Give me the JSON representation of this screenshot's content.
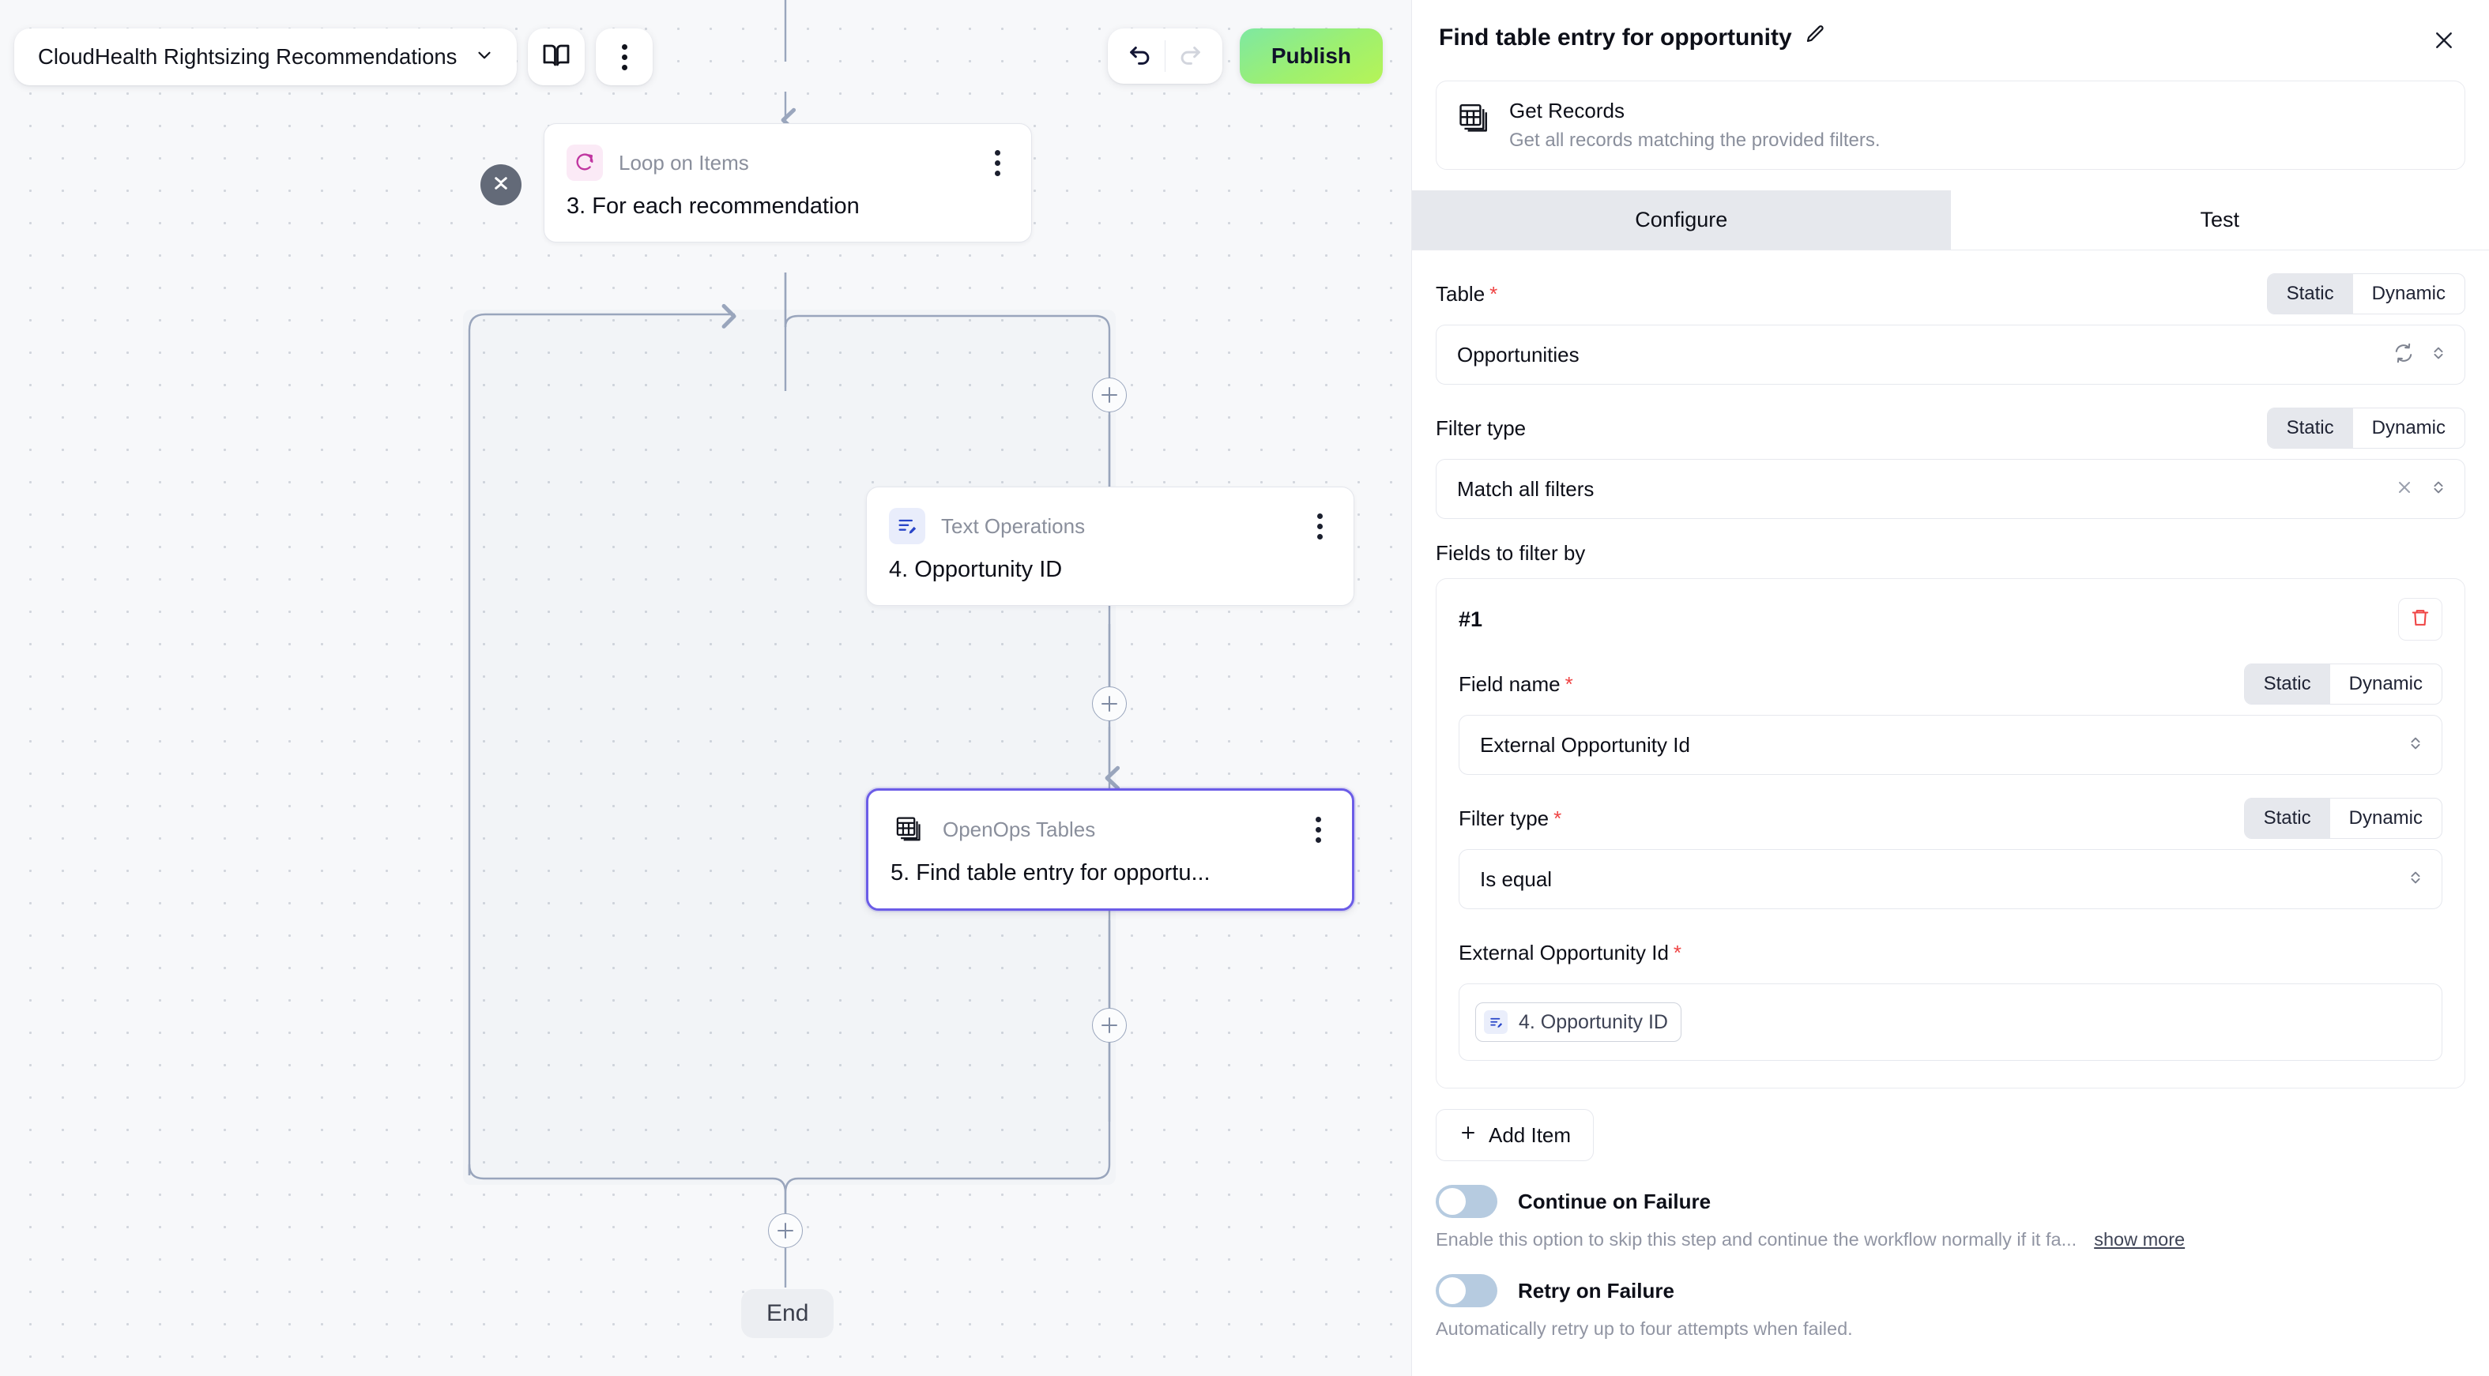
{
  "toolbar": {
    "workflow_name": "CloudHealth Rightsizing Recommendations",
    "chevron_icon": "chevron-down-icon",
    "docs_icon": "book-icon",
    "more_icon": "kebab-menu-icon",
    "undo_icon": "undo-icon",
    "redo_icon": "redo-icon",
    "publish_label": "Publish"
  },
  "canvas": {
    "end_label": "End",
    "collapse_icon": "collapse-chevrons-icon",
    "add_step_icon": "plus-icon",
    "nodes": [
      {
        "kind": "Loop on Items",
        "title": "3. For each recommendation",
        "icon": "loop-icon",
        "selected": false
      },
      {
        "kind": "Text Operations",
        "title": "4. Opportunity ID",
        "icon": "text-operations-icon",
        "selected": false
      },
      {
        "kind": "OpenOps Tables",
        "title": "5. Find table entry for opportu...",
        "icon": "table-icon",
        "selected": true
      }
    ]
  },
  "panel": {
    "title": "Find table entry for opportunity",
    "edit_icon": "pencil-icon",
    "close_icon": "close-icon",
    "action": {
      "icon": "table-icon",
      "name": "Get Records",
      "description": "Get all records matching the provided filters."
    },
    "tabs": [
      {
        "label": "Configure",
        "active": true
      },
      {
        "label": "Test",
        "active": false
      }
    ],
    "table": {
      "label": "Table",
      "required": "*",
      "mode_static": "Static",
      "mode_dynamic": "Dynamic",
      "selected_mode": "Static",
      "value": "Opportunities",
      "refresh_icon": "refresh-icon",
      "chevron_icon": "chevron-up-down-icon"
    },
    "filter_type": {
      "label": "Filter type",
      "mode_static": "Static",
      "mode_dynamic": "Dynamic",
      "selected_mode": "Static",
      "value": "Match all filters",
      "clear_icon": "clear-icon",
      "chevron_icon": "chevron-up-down-icon"
    },
    "fields_to_filter_by": {
      "label": "Fields to filter by",
      "items": [
        {
          "number": "#1",
          "delete_icon": "trash-icon",
          "field_name": {
            "label": "Field name",
            "required": "*",
            "mode_static": "Static",
            "mode_dynamic": "Dynamic",
            "selected_mode": "Static",
            "value": "External Opportunity Id",
            "chevron_icon": "chevron-up-down-icon"
          },
          "filter_type": {
            "label": "Filter type",
            "required": "*",
            "mode_static": "Static",
            "mode_dynamic": "Dynamic",
            "selected_mode": "Static",
            "value": "Is equal",
            "chevron_icon": "chevron-up-down-icon"
          },
          "value_field": {
            "label": "External Opportunity Id",
            "required": "*",
            "chip_icon": "text-operations-icon",
            "chip_label": "4. Opportunity ID"
          }
        }
      ]
    },
    "add_item": {
      "label": "Add Item",
      "icon": "plus-icon"
    },
    "continue_on_failure": {
      "label": "Continue on Failure",
      "enabled": false,
      "help": "Enable this option to skip this step and continue the workflow normally if it fa...",
      "show_more": "show more"
    },
    "retry_on_failure": {
      "label": "Retry on Failure",
      "enabled": false,
      "help": "Automatically retry up to four attempts when failed."
    }
  },
  "colors": {
    "accent_selected": "#6b5ce7",
    "publish_green": "#9ef06f",
    "required_red": "#ef4444",
    "edge_blue": "#8b9ab4"
  }
}
